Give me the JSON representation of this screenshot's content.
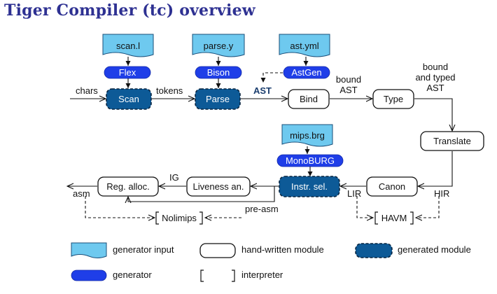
{
  "title": "Tiger Compiler (tc) overview",
  "inputs": {
    "scan": "scan.l",
    "parse": "parse.y",
    "ast": "ast.yml",
    "mips": "mips.brg"
  },
  "generators": {
    "flex": "Flex",
    "bison": "Bison",
    "astgen": "AstGen",
    "monoburg": "MonoBURG"
  },
  "modules": {
    "scan": "Scan",
    "parse": "Parse",
    "bind": "Bind",
    "type": "Type",
    "translate": "Translate",
    "canon": "Canon",
    "instr": "Instr. sel.",
    "liveness": "Liveness an.",
    "regalloc": "Reg. alloc."
  },
  "interpreters": {
    "nolimips": "Nolimips",
    "havm": "HAVM"
  },
  "edge_labels": {
    "chars": "chars",
    "tokens": "tokens",
    "ast": "AST",
    "bound_ast_1": "bound",
    "bound_ast_2": "AST",
    "typed_1": "bound",
    "typed_2": "and typed",
    "typed_3": "AST",
    "hir": "HIR",
    "lir": "LIR",
    "ig": "IG",
    "asm": "asm",
    "preasm": "pre-asm"
  },
  "legend": {
    "generator_input": "generator input",
    "hand_written": "hand-written module",
    "generated": "generated module",
    "generator": "generator",
    "interpreter": "interpreter"
  }
}
